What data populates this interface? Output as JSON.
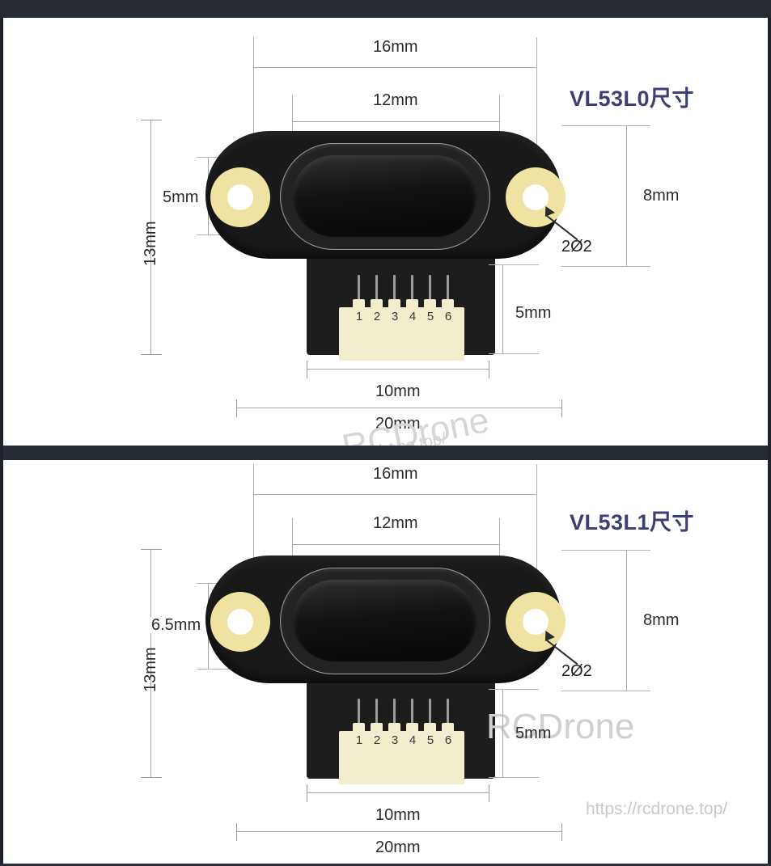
{
  "document": {
    "kind": "mechanical-dimension-drawing",
    "accent_color": "#3b3f72",
    "dimension_line_color": "#a8a8a8",
    "board_color": "#191919",
    "pad_color": "#efe3a4",
    "connector_color": "#f2edcd"
  },
  "panels": [
    {
      "title": "VL53L0尺寸",
      "dimensions": {
        "top_outer": "16mm",
        "top_inner": "12mm",
        "left_overall": "13mm",
        "left_hole": "5mm",
        "right_overall": "8mm",
        "right_tab": "5mm",
        "bottom_connector": "10mm",
        "bottom_overall": "20mm",
        "hole_callout": "2Ø2"
      },
      "connector": {
        "pins": [
          "1",
          "2",
          "3",
          "4",
          "5",
          "6"
        ]
      },
      "watermarks": {
        "brand": "RCDrone",
        "url": "https://rcdrone.top/"
      }
    },
    {
      "title": "VL53L1尺寸",
      "dimensions": {
        "top_outer": "16mm",
        "top_inner": "12mm",
        "left_overall": "13mm",
        "left_hole": "6.5mm",
        "right_overall": "8mm",
        "right_tab": "5mm",
        "bottom_connector": "10mm",
        "bottom_overall": "20mm",
        "hole_callout": "2Ø2"
      },
      "connector": {
        "pins": [
          "1",
          "2",
          "3",
          "4",
          "5",
          "6"
        ]
      },
      "watermarks": {
        "brand": "RCDrone",
        "url": "https://rcdrone.top/"
      }
    }
  ]
}
